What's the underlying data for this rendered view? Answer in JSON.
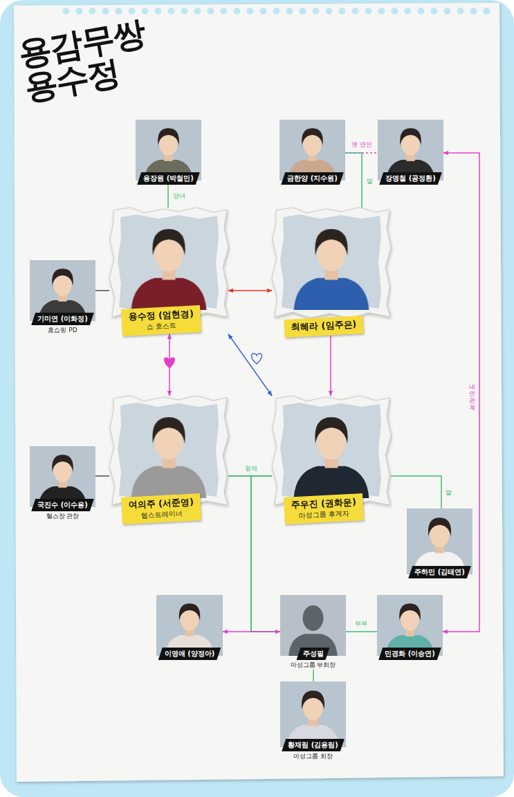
{
  "diagram": {
    "title": "용감무쌍 용수정",
    "nodes": [
      {
        "text": [
          "용장원 (박철민)"
        ]
      },
      {
        "text": [
          "금한양 (지수원)"
        ]
      },
      {
        "text": [
          "장명철 (공정환)"
        ]
      },
      {
        "text": [
          "기미연 (이화정)",
          "홈쇼핑 PD"
        ]
      },
      {
        "text": [
          "용수정 (엄현경)",
          "쇼 호스트"
        ]
      },
      {
        "text": [
          "최혜라 (임주은)"
        ]
      },
      {
        "text": [
          "여의주 (서준영)",
          "헬스트레이너"
        ]
      },
      {
        "text": [
          "주우진 (권화운)",
          "마성그룹 후계자"
        ]
      },
      {
        "text": [
          "국진수 (이수용)",
          "헬스장 관장"
        ]
      },
      {
        "text": [
          "주하민 (김태연)"
        ]
      },
      {
        "text": [
          "이영애 (양정아)"
        ]
      },
      {
        "text": [
          "주성필",
          "마성그룹 부회장"
        ]
      },
      {
        "text": [
          "민경화 (이승연)"
        ]
      },
      {
        "text": [
          "황재림 (김용림)",
          "마성그룹 회장"
        ]
      }
    ],
    "edges": [
      {
        "from": 0,
        "to": 4,
        "label": "양녀",
        "arrow": "none"
      },
      {
        "from": 1,
        "to": 2,
        "label": "옛 연인",
        "arrow": "none"
      },
      {
        "from": 1,
        "to": 5,
        "label": "딸",
        "arrow": "none"
      },
      {
        "from": 3,
        "to": 4,
        "arrow": "none"
      },
      {
        "from": 4,
        "to": 5,
        "arrow": "both"
      },
      {
        "from": 4,
        "to": 6,
        "arrow": "both"
      },
      {
        "from": 4,
        "to": 7,
        "arrow": "both"
      },
      {
        "from": 5,
        "to": 7,
        "arrow": "to"
      },
      {
        "from": 2,
        "to": 12,
        "label": "내연관계",
        "arrow": "both"
      },
      {
        "from": 8,
        "to": 6,
        "arrow": "none"
      },
      {
        "from": 6,
        "to": 7,
        "label": "형제",
        "arrow": "none"
      },
      {
        "from": 6,
        "to": 11,
        "arrow": "none"
      },
      {
        "from": 7,
        "to": 11,
        "arrow": "none"
      },
      {
        "from": 10,
        "to": 11,
        "arrow": "both"
      },
      {
        "from": 11,
        "to": 12,
        "label": "부부",
        "arrow": "none"
      },
      {
        "from": 7,
        "to": 9,
        "label": "딸",
        "arrow": "none"
      },
      {
        "from": 11,
        "to": 13,
        "arrow": "none"
      }
    ]
  }
}
